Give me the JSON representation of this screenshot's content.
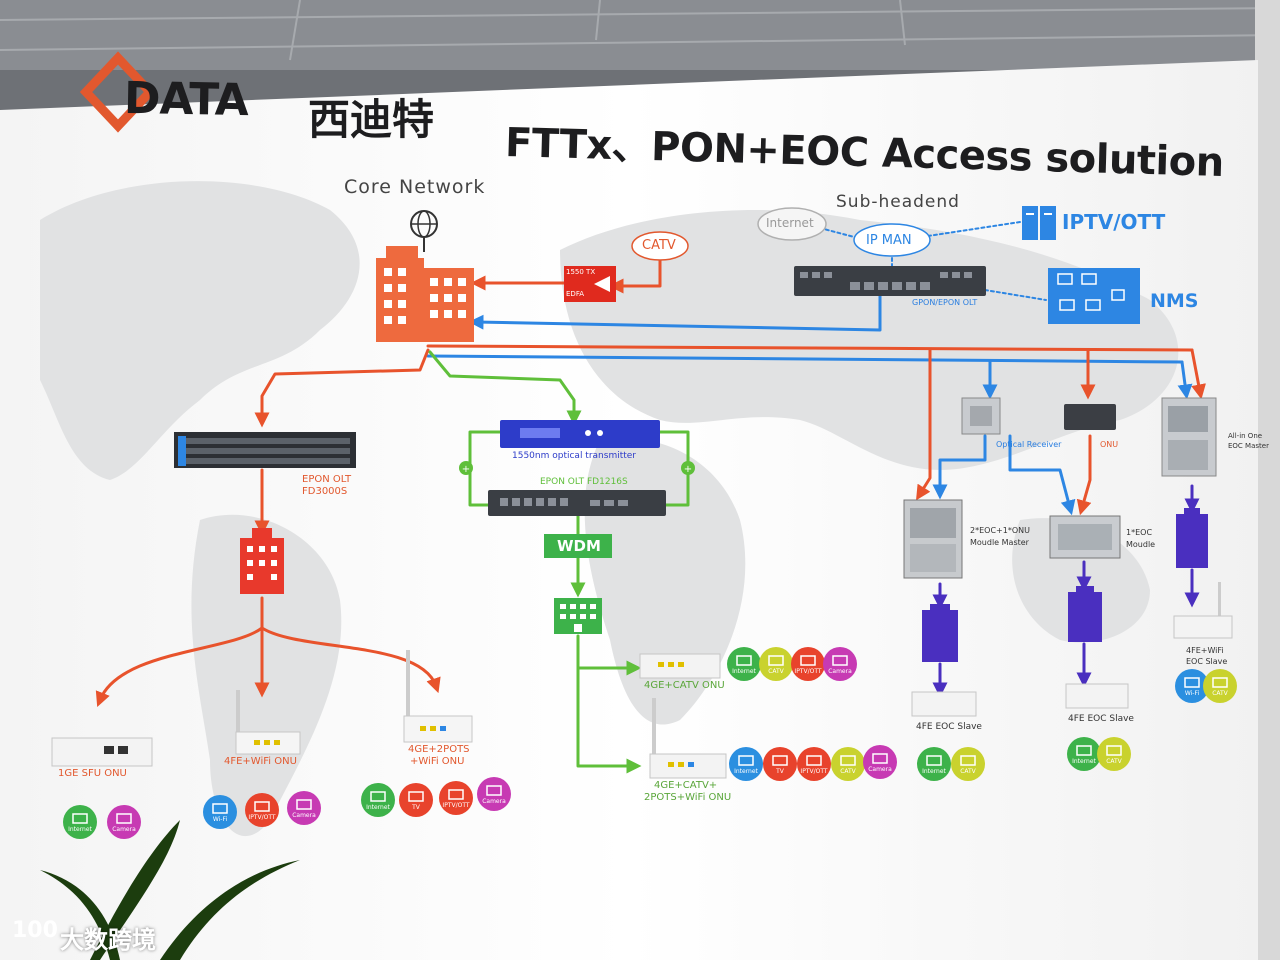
{
  "brand": {
    "name": "DATA",
    "name_cn": "西迪特",
    "logo_color": "#e2582e"
  },
  "title": "FTTx、PON+EOC Access solution",
  "core_network": "Core Network",
  "sub_headend": "Sub-headend",
  "catv": "CATV",
  "edfa": {
    "line1": "1550 TX",
    "line2": "EDFA"
  },
  "internet": "Internet",
  "ip_man": "IP MAN",
  "iptv_ott": "IPTV/OTT",
  "nms": "NMS",
  "olt_top": "GPON/EPON OLT",
  "epon_olt_fd3000s": {
    "line1": "EPON OLT",
    "line2": "FD3000S"
  },
  "optical_transmitter": "1550nm optical transmitter",
  "epon_olt_fd1216s": "EPON OLT FD1216S",
  "wdm": "WDM",
  "optical_receiver": "Optical Receiver",
  "onu": "ONU",
  "all_in_one": {
    "line1": "All-in One",
    "line2": "EOC Master"
  },
  "eoc_2": {
    "line1": "2*EOC+1*ONU",
    "line2": "Moudle Master"
  },
  "eoc_1": {
    "line1": "1*EOC",
    "line2": "Moudle"
  },
  "terminals": {
    "sfu_onu": "1GE  SFU ONU",
    "wifi_onu": "4FE+WiFi ONU",
    "gpots_wifi": {
      "line1": "4GE+2POTS",
      "line2": "+WiFi ONU"
    },
    "catv_onu": "4GE+CATV ONU",
    "catv_pots_wifi": {
      "line1": "4GE+CATV+",
      "line2": "2POTS+WiFi ONU"
    },
    "fe_eoc_slave_a": "4FE EOC Slave",
    "fe_eoc_slave_b": "4FE EOC Slave",
    "wifi_eoc_slave": {
      "line1": "4FE+WiFi",
      "line2": "EOC Slave"
    }
  },
  "badges": {
    "internet": "Internet",
    "camera": "Camera",
    "wifi": "Wi-Fi",
    "iptv": "IPTV/OTT",
    "tv": "TV",
    "catv": "CATV"
  },
  "colors": {
    "red_line": "#e8532c",
    "green_line": "#5fbf3a",
    "blue_line": "#2d86e3",
    "purple": "#4a2fbf",
    "badge_green": "#3db24a",
    "badge_magenta": "#c73ab3",
    "badge_blue": "#2b8fe0",
    "badge_red": "#e8432c",
    "badge_yellow": "#c9d22e"
  },
  "watermark": "大数跨境"
}
